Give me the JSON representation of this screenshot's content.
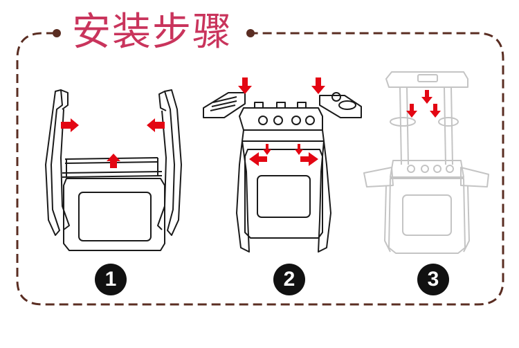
{
  "title": "安装步骤",
  "steps": [
    {
      "number": "1"
    },
    {
      "number": "2"
    },
    {
      "number": "3"
    }
  ],
  "colors": {
    "frame": "#5a2d22",
    "title": "#c9345c",
    "arrow": "#e30613",
    "line": "#1a1a1a",
    "ghost": "#c4c4c4",
    "badge": "#111111"
  }
}
